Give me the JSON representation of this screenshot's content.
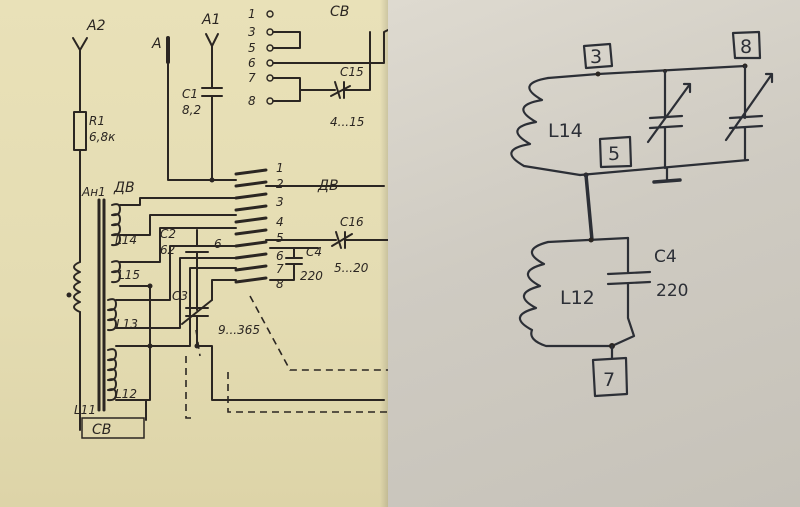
{
  "printed_schematic": {
    "antennas": {
      "a2": "A2",
      "a1": "A1",
      "a": "A"
    },
    "r1": {
      "name": "R1",
      "value": "6,8к"
    },
    "c1": {
      "name": "C1",
      "value": "8,2"
    },
    "c2": {
      "name": "C2",
      "value": "62"
    },
    "c3": {
      "name": "C3"
    },
    "c4": {
      "name": "C4",
      "value": "220"
    },
    "c15": {
      "name": "C15",
      "value": "4...15"
    },
    "c16": {
      "name": "C16",
      "value": "5...20"
    },
    "c3_range": "9...365",
    "ferrite_antenna": "Ан1",
    "switch_sv": "СВ",
    "switch_dv": "ДВ",
    "coils": [
      "L14",
      "L15",
      "L13",
      "L12",
      "L11"
    ],
    "sv_contacts": [
      "1",
      "3",
      "5",
      "6",
      "7",
      "8"
    ],
    "dv_contacts": [
      "1",
      "2",
      "3",
      "4",
      "5",
      "6",
      "7",
      "8"
    ],
    "inner_label": "6"
  },
  "hand_sketch": {
    "nodes": [
      "3",
      "8",
      "5",
      "7"
    ],
    "coils": [
      "L14",
      "L12"
    ],
    "capacitor": {
      "name": "C4",
      "value": "220"
    }
  }
}
